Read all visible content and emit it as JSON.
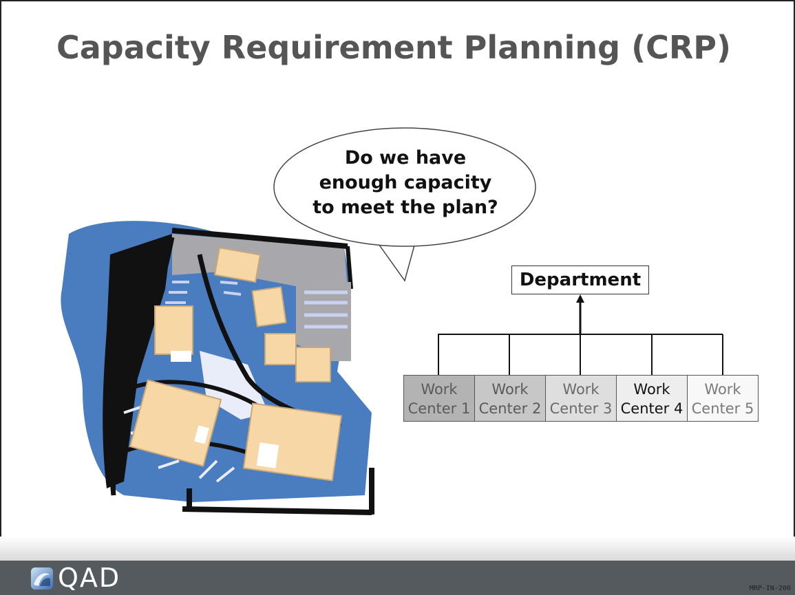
{
  "slide": {
    "title": "Capacity Requirement Planning (CRP)",
    "question_lines": [
      "Do we have",
      "enough capacity",
      "to meet the plan?"
    ]
  },
  "org_chart": {
    "parent": "Department",
    "children": [
      {
        "line1": "Work",
        "line2": "Center 1",
        "fill": "#b3b3b3",
        "text_color": "#5a5a5a"
      },
      {
        "line1": "Work",
        "line2": "Center 2",
        "fill": "#c7c7c7",
        "text_color": "#5a5a5a"
      },
      {
        "line1": "Work",
        "line2": "Center 3",
        "fill": "#dedede",
        "text_color": "#6a6a6a"
      },
      {
        "line1": "Work",
        "line2": "Center 4",
        "fill": "#eeeeee",
        "text_color": "#111111"
      },
      {
        "line1": "Work",
        "line2": "Center 5",
        "fill": "#f8f8f8",
        "text_color": "#7a7a7a"
      }
    ]
  },
  "illustration": {
    "icon": "conveyor-boxes-clipart"
  },
  "footer": {
    "logo_text": "QAD",
    "logo_icon": "qad-logo-icon",
    "doc_id": "MRP-IN-200"
  },
  "colors": {
    "title": "#555555",
    "footer": "#555a5e",
    "clipart_blue": "#4a7cc0",
    "box_tan": "#f7d7a6"
  }
}
